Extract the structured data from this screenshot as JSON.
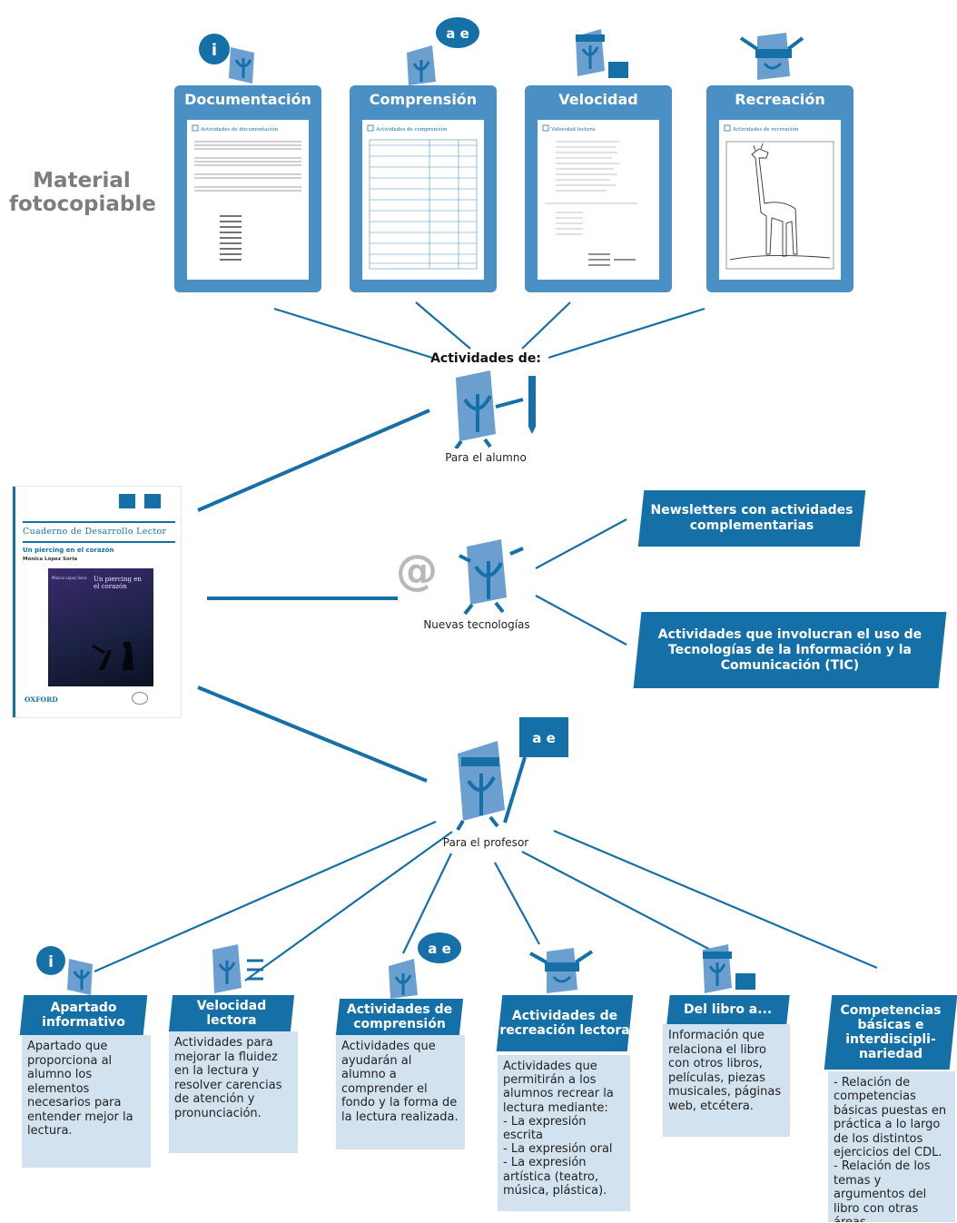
{
  "material_label": "Material fotocopiable",
  "sheets": [
    {
      "title": "Documentación",
      "page_heading": "Actividades de documentación"
    },
    {
      "title": "Comprensión",
      "page_heading": "Actividades de comprensión"
    },
    {
      "title": "Velocidad",
      "page_heading": "Velocidad lectora"
    },
    {
      "title": "Recreación",
      "page_heading": "Actividades de recreación"
    }
  ],
  "activities_label": "Actividades de:",
  "student_label": "Para el alumno",
  "new_tech_label": "Nuevas tecnologías",
  "teacher_label": "Para el profesor",
  "book": {
    "series": "Cuaderno de Desarrollo Lector",
    "title": "Un piercing en el corazón",
    "author": "Mónica López Soria",
    "cover_title": "Un piercing en el corazón",
    "cover_author": "Mónica López Soria",
    "publisher": "OXFORD"
  },
  "tech_items": [
    "Newsletters con actividades complementarias",
    "Actividades que involucran el uso de Tecnologías de la Información y la Comunicación (TIC)"
  ],
  "cards": [
    {
      "title": "Apartado informativo",
      "body": "Apartado que proporciona al alumno los elementos necesarios para entender mejor la lectura."
    },
    {
      "title": "Velocidad lectora",
      "body": "Actividades para mejorar la fluidez en la lectura y resolver carencias de atención y pronunciación."
    },
    {
      "title": "Actividades de comprensión",
      "body": "Actividades que ayudarán al alumno a comprender el fondo y la forma de la lectura realizada."
    },
    {
      "title": "Actividades de recreación lectora",
      "body": "Actividades que permitirán a los alumnos recrear la lectura mediante:\n- La expresión escrita\n- La expresión oral\n- La expresión artística (teatro, música, plástica)."
    },
    {
      "title": "Del libro a...",
      "body": "Información que relaciona el libro con otros libros, películas, piezas musicales, páginas web, etcétera."
    },
    {
      "title": "Competencias básicas e interdiscipli-nariedad",
      "body": "- Relación de competencias básicas puestas en práctica a lo largo de los distintos ejercicios del CDL.\n- Relación de los temas y argumentos del libro con otras áreas"
    }
  ],
  "icons": {
    "info": "i",
    "ae": "a e",
    "at": "@"
  },
  "colors": {
    "primary": "#1670a8",
    "sheet": "#4a90c4",
    "mascot": "#6a9fd0",
    "card_bg": "#d3e2ef"
  }
}
